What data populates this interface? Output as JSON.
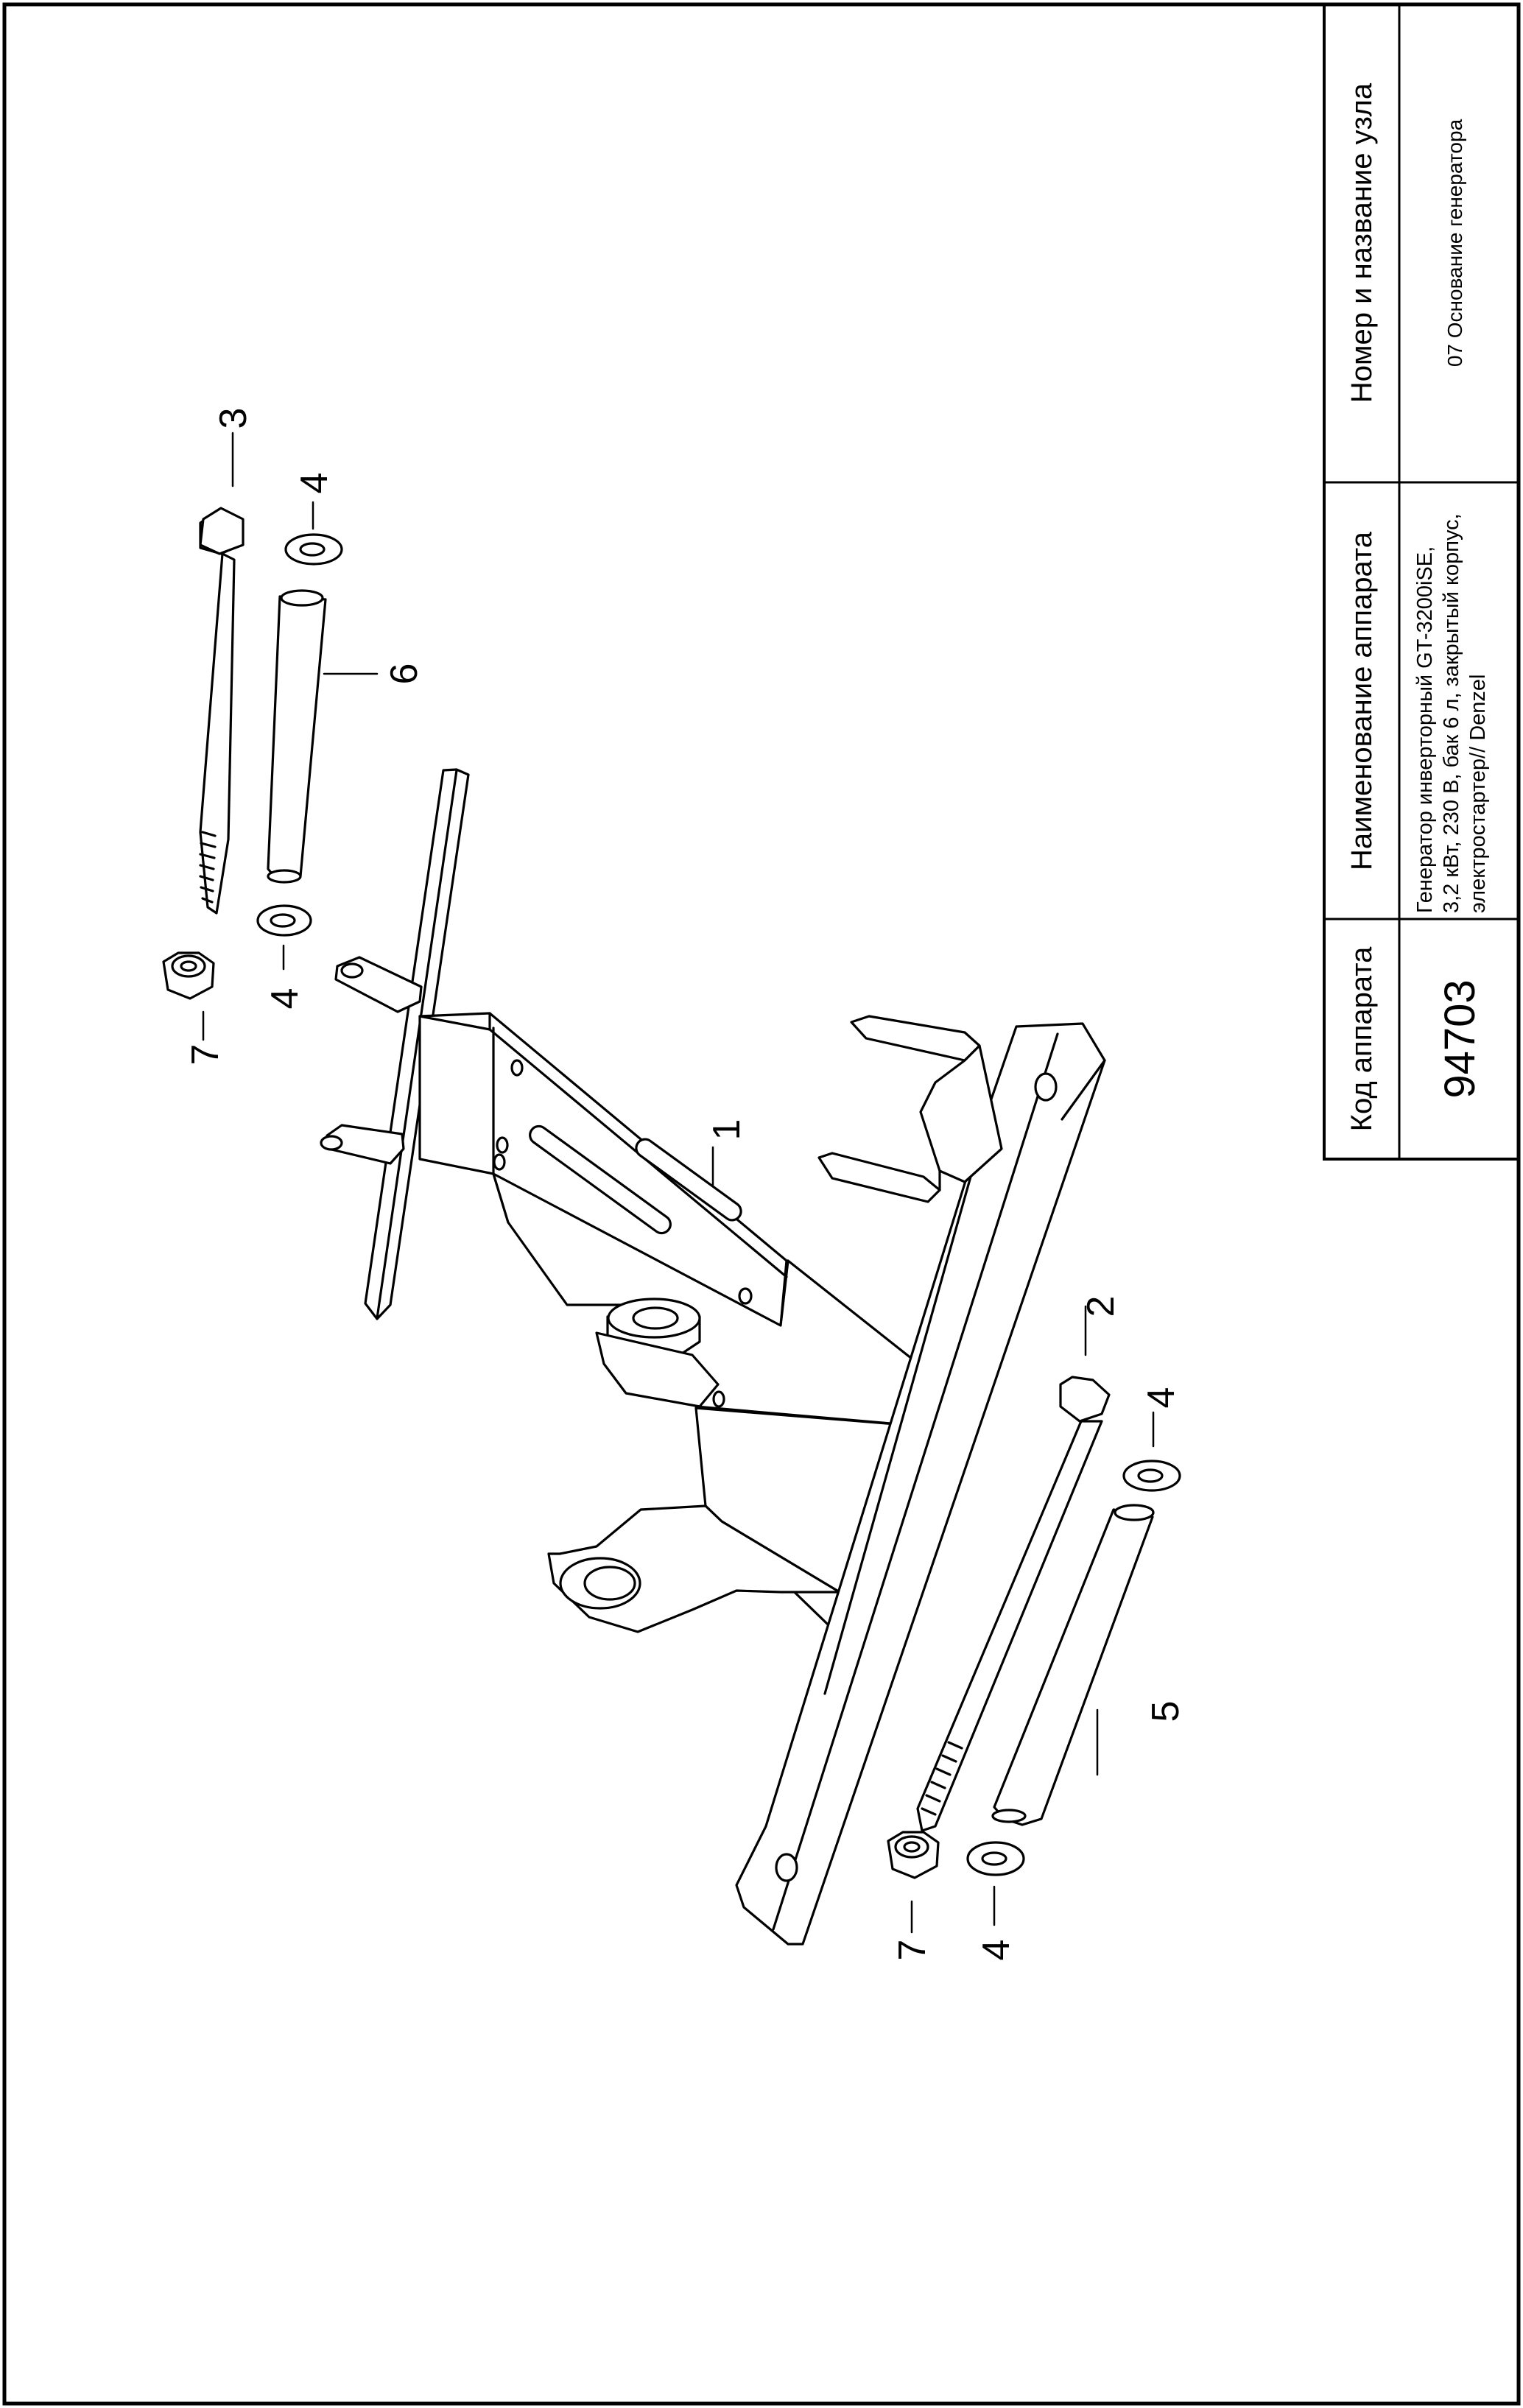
{
  "title_block": {
    "code_header": "Код аппарата",
    "name_header": "Наименование аппарата",
    "unit_header": "Номер и название узла",
    "code_value": "94703",
    "name_value_lines": [
      "Генератор инверторный GT-3200iSE,",
      "3,2 кВт, 230 В, бак 6 л, закрытый корпус,",
      "электростартер// Denzel"
    ],
    "unit_value": "07 Основание генератора"
  },
  "callouts": {
    "frame": "1",
    "long_bolt_lower": "2",
    "long_bolt_upper": "3",
    "washer_upper_top": "4",
    "washer_upper_bottom": "4",
    "washer_lower_top": "4",
    "washer_lower_bottom": "4",
    "tube_lower": "5",
    "tube_upper": "6",
    "nut_upper": "7",
    "nut_lower": "7"
  },
  "colors": {
    "line": "#000000",
    "background": "#ffffff"
  }
}
